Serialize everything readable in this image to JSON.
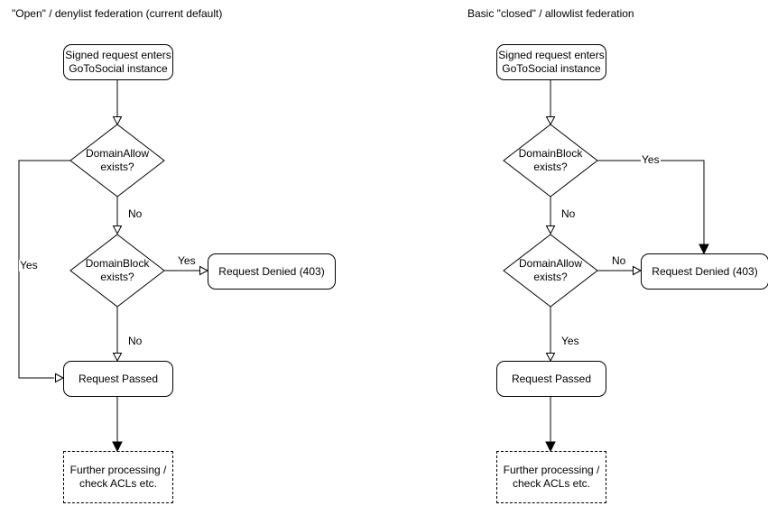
{
  "colors": {
    "stroke": "#000000",
    "node_fill": "#ffffff",
    "text": "#000000",
    "background": "#ffffff"
  },
  "left_chart": {
    "title": "\"Open\" / denylist federation (current default)",
    "nodes": {
      "start": "Signed request enters GoToSocial instance",
      "decision1": "DomainAllow exists?",
      "decision2": "DomainBlock exists?",
      "denied": "Request Denied (403)",
      "passed": "Request Passed",
      "further": "Further processing / check ACLs etc."
    },
    "edge_labels": {
      "decision1_no": "No",
      "decision1_yes": "Yes",
      "decision2_yes": "Yes",
      "decision2_no": "No"
    }
  },
  "right_chart": {
    "title": "Basic \"closed\" / allowlist federation",
    "nodes": {
      "start": "Signed request enters GoToSocial instance",
      "decision1": "DomainBlock exists?",
      "decision2": "DomainAllow exists?",
      "denied": "Request Denied (403)",
      "passed": "Request Passed",
      "further": "Further processing / check ACLs etc."
    },
    "edge_labels": {
      "decision1_yes": "Yes",
      "decision1_no": "No",
      "decision2_no": "No",
      "decision2_yes": "Yes"
    }
  }
}
